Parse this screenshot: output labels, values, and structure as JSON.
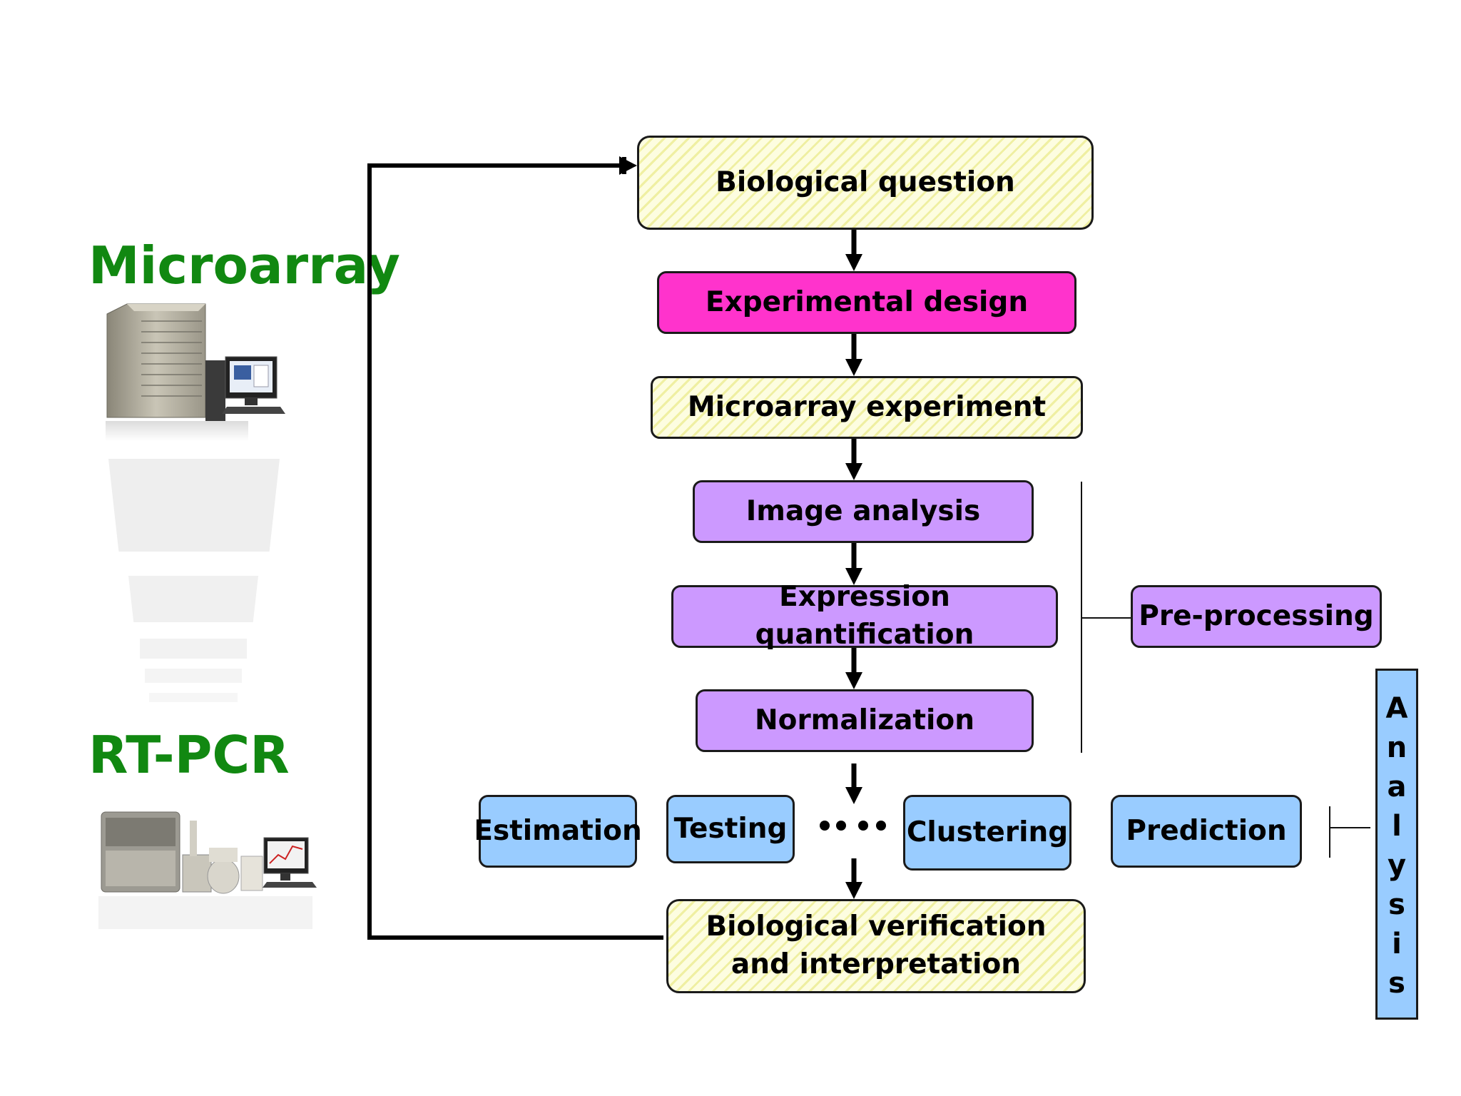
{
  "headings": {
    "microarray": "Microarray",
    "rtpcr": "RT-PCR"
  },
  "workflow": {
    "biological_question": "Biological question",
    "experimental_design": "Experimental design",
    "microarray_experiment": "Microarray experiment",
    "image_analysis": "Image analysis",
    "expression_quantification": "Expression quantification",
    "normalization": "Normalization",
    "verification_line1": "Biological verification",
    "verification_line2": "and interpretation"
  },
  "side": {
    "preprocessing": "Pre-processing",
    "analysis_letters": [
      "A",
      "n",
      "a",
      "l",
      "y",
      "s",
      "i",
      "s"
    ]
  },
  "methods": {
    "estimation": "Estimation",
    "testing": "Testing",
    "clustering": "Clustering",
    "prediction": "Prediction"
  },
  "colors": {
    "heading_green": "#118811",
    "experimental_design": "#ff33cc",
    "preprocessing_steps": "#cc99ff",
    "analysis_methods": "#99ccff",
    "hatched_boxes": "#fdfde0"
  }
}
